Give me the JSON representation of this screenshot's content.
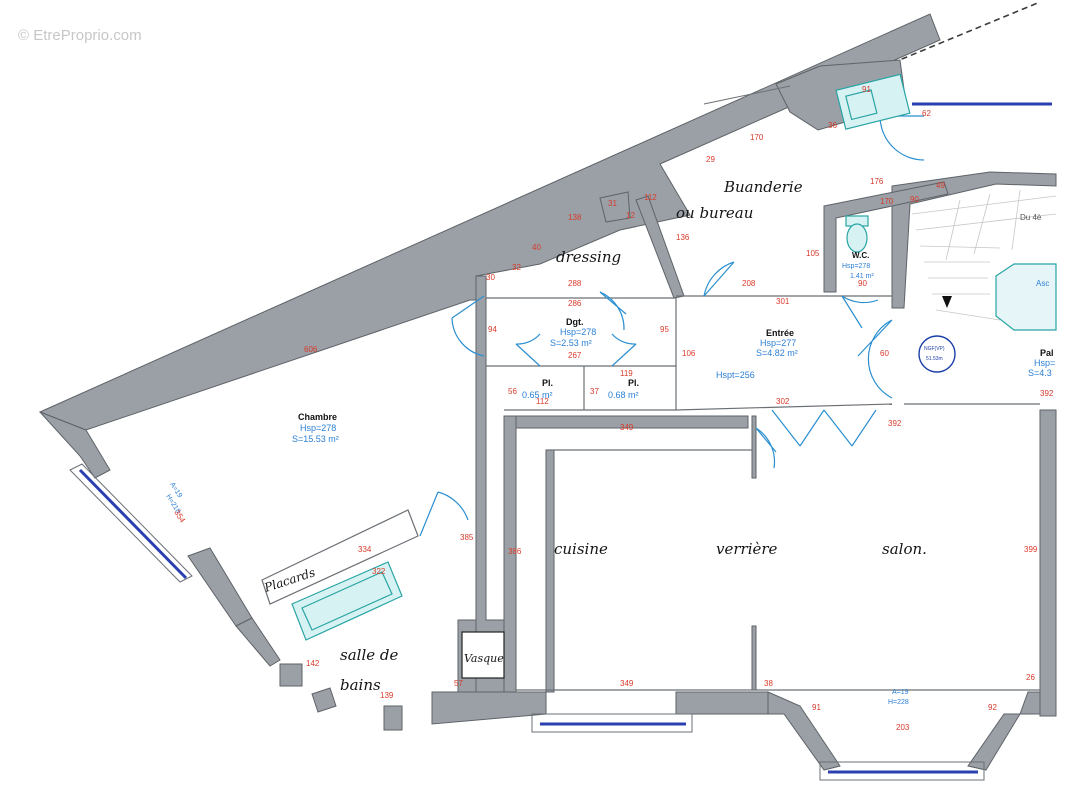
{
  "watermark": "© EtreProprio.com",
  "rooms": {
    "chambre": {
      "name": "Chambre",
      "hsp": "Hsp=278",
      "surface": "S=15.53 m²"
    },
    "dgt": {
      "name": "Dgt.",
      "hsp": "Hsp=278",
      "surface": "S=2.53 m²"
    },
    "pl1": {
      "name": "Pl.",
      "surface": "0.65 m²"
    },
    "pl2": {
      "name": "Pl.",
      "surface": "0.68 m²"
    },
    "entree": {
      "name": "Entrée",
      "hsp": "Hsp=277",
      "surface": "S=4.82 m²",
      "hspt": "Hspt=256"
    },
    "wc": {
      "name": "W.C.",
      "hsp": "Hsp=278",
      "surface": "1.41 m²"
    },
    "palier": {
      "name": "Pal",
      "hsp": "Hsp=",
      "surface": "S=4.3"
    }
  },
  "handwritten": {
    "buanderie_1": "Buanderie",
    "buanderie_2": "ou bureau",
    "dressing": "dressing",
    "placards": "Placards",
    "salle_de_bains_1": "salle de",
    "salle_de_bains_2": "bains",
    "vasque": "Vasque",
    "cuisine": "cuisine",
    "verriere": "verrière",
    "salon": "salon."
  },
  "stairs": {
    "label": "Du 4è",
    "landing": "Asc"
  },
  "stamp": {
    "line1": "NGF(VP)",
    "line2": "51.53m"
  },
  "dims": {
    "d606": "606",
    "d354": "354",
    "d334": "334",
    "d322": "322",
    "d142": "142",
    "d139": "139",
    "d138": "138",
    "d31": "31",
    "d40": "40",
    "d30": "30",
    "d32": "32",
    "d12": "12",
    "d288": "288",
    "d286": "286",
    "d267": "267",
    "d94": "94",
    "d95": "95",
    "d112a": "112",
    "d136": "136",
    "d170": "170",
    "d29": "29",
    "d36": "36",
    "d91": "91",
    "d62": "62",
    "d176": "176",
    "d49": "49",
    "d208": "208",
    "d301": "301",
    "d105": "105",
    "d90a": "90",
    "d90b": "90",
    "d106": "106",
    "d56": "56",
    "d37": "37",
    "d112b": "112",
    "d119": "119",
    "d60": "60",
    "d302": "302",
    "d349a": "349",
    "d392": "392",
    "d399": "399",
    "d386": "386",
    "d385": "385",
    "d349b": "349",
    "d38": "38",
    "d91b": "91",
    "d92": "92",
    "d26": "26",
    "d203": "203",
    "d392b": "392",
    "d57": "57",
    "d170b": "170"
  },
  "window_notes": {
    "left_1": "A=19",
    "left_2": "H=218",
    "bay_1": "A=19",
    "bay_2": "H=228"
  }
}
